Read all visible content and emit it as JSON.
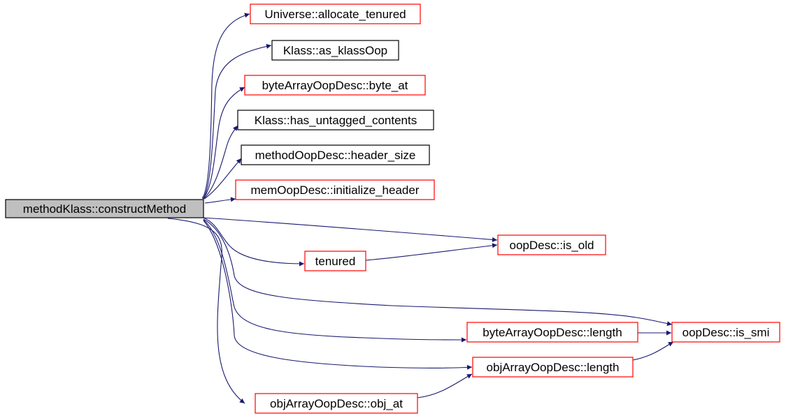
{
  "graph": {
    "root": {
      "id": "root",
      "label": "methodKlass::constructMethod",
      "highlighted": true
    },
    "nodes": [
      {
        "id": "alloc",
        "label": "Universe::allocate_tenured",
        "border": "red"
      },
      {
        "id": "askoop",
        "label": "Klass::as_klassOop",
        "border": "black"
      },
      {
        "id": "byteat",
        "label": "byteArrayOopDesc::byte_at",
        "border": "red"
      },
      {
        "id": "hasunt",
        "label": "Klass::has_untagged_contents",
        "border": "black"
      },
      {
        "id": "hdrsize",
        "label": "methodOopDesc::header_size",
        "border": "black"
      },
      {
        "id": "inithdr",
        "label": "memOopDesc::initialize_header",
        "border": "red"
      },
      {
        "id": "isold",
        "label": "oopDesc::is_old",
        "border": "red"
      },
      {
        "id": "tenured",
        "label": "tenured",
        "border": "red"
      },
      {
        "id": "bytelen",
        "label": "byteArrayOopDesc::length",
        "border": "red"
      },
      {
        "id": "issmi",
        "label": "oopDesc::is_smi",
        "border": "red"
      },
      {
        "id": "objlen",
        "label": "objArrayOopDesc::length",
        "border": "red"
      },
      {
        "id": "objat",
        "label": "objArrayOopDesc::obj_at",
        "border": "red"
      }
    ],
    "edges": [
      [
        "root",
        "alloc"
      ],
      [
        "root",
        "askoop"
      ],
      [
        "root",
        "byteat"
      ],
      [
        "root",
        "hasunt"
      ],
      [
        "root",
        "hdrsize"
      ],
      [
        "root",
        "inithdr"
      ],
      [
        "root",
        "isold"
      ],
      [
        "root",
        "tenured"
      ],
      [
        "root",
        "issmi"
      ],
      [
        "root",
        "bytelen"
      ],
      [
        "root",
        "objlen"
      ],
      [
        "root",
        "objat"
      ],
      [
        "tenured",
        "isold"
      ],
      [
        "bytelen",
        "issmi"
      ],
      [
        "objlen",
        "issmi"
      ],
      [
        "objat",
        "objlen"
      ]
    ],
    "colors": {
      "red": "#ff0000",
      "black": "#000000",
      "edge": "#191970",
      "root_fill": "#bfbfbf"
    }
  }
}
